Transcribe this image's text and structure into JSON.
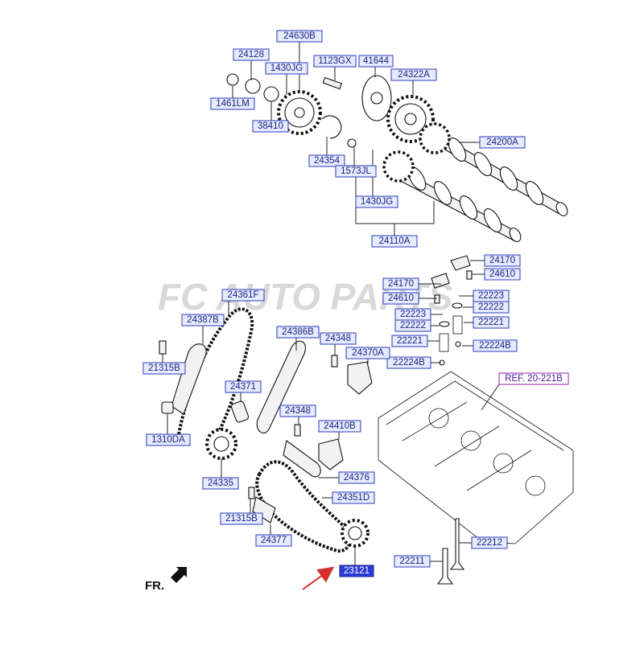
{
  "watermark": "FC AUTO PARTS",
  "front_indicator": "FR.",
  "colors": {
    "label_fill": "#e6ebff",
    "label_border": "#2b3bb8",
    "label_text": "#1a237e",
    "highlight_fill": "#2b3bd6",
    "ref_border": "#8e24aa",
    "arrow": "#d32f2f"
  },
  "labels": [
    {
      "id": "24630B",
      "text": "24630B"
    },
    {
      "id": "24128",
      "text": "24128"
    },
    {
      "id": "1430JG_a",
      "text": "1430JG"
    },
    {
      "id": "1123GX",
      "text": "1123GX"
    },
    {
      "id": "41644",
      "text": "41644"
    },
    {
      "id": "24322A",
      "text": "24322A"
    },
    {
      "id": "1461LM",
      "text": "1461LM"
    },
    {
      "id": "38410",
      "text": "38410"
    },
    {
      "id": "24200A",
      "text": "24200A"
    },
    {
      "id": "24354",
      "text": "24354"
    },
    {
      "id": "1573JL",
      "text": "1573JL"
    },
    {
      "id": "1430JG_b",
      "text": "1430JG"
    },
    {
      "id": "24110A",
      "text": "24110A"
    },
    {
      "id": "24170_a",
      "text": "24170"
    },
    {
      "id": "24610_a",
      "text": "24610"
    },
    {
      "id": "24170_b",
      "text": "24170"
    },
    {
      "id": "22223_a",
      "text": "22223"
    },
    {
      "id": "24610_b",
      "text": "24610"
    },
    {
      "id": "22222_a",
      "text": "22222"
    },
    {
      "id": "22223_b",
      "text": "22223"
    },
    {
      "id": "22221_a",
      "text": "22221"
    },
    {
      "id": "22222_b",
      "text": "22222"
    },
    {
      "id": "22221_b",
      "text": "22221"
    },
    {
      "id": "22224B_a",
      "text": "22224B"
    },
    {
      "id": "22224B_b",
      "text": "22224B"
    },
    {
      "id": "24361F",
      "text": "24361F"
    },
    {
      "id": "24387B",
      "text": "24387B"
    },
    {
      "id": "24386B",
      "text": "24386B"
    },
    {
      "id": "24348_a",
      "text": "24348"
    },
    {
      "id": "24370A",
      "text": "24370A"
    },
    {
      "id": "REF",
      "text": "REF. 20-221B"
    },
    {
      "id": "21315B_a",
      "text": "21315B"
    },
    {
      "id": "24371",
      "text": "24371"
    },
    {
      "id": "24348_b",
      "text": "24348"
    },
    {
      "id": "24410B",
      "text": "24410B"
    },
    {
      "id": "1310DA",
      "text": "1310DA"
    },
    {
      "id": "24335",
      "text": "24335"
    },
    {
      "id": "24376",
      "text": "24376"
    },
    {
      "id": "24351D",
      "text": "24351D"
    },
    {
      "id": "21315B_b",
      "text": "21315B"
    },
    {
      "id": "22212",
      "text": "22212"
    },
    {
      "id": "24377",
      "text": "24377"
    },
    {
      "id": "22211",
      "text": "22211"
    },
    {
      "id": "23121",
      "text": "23121"
    }
  ]
}
